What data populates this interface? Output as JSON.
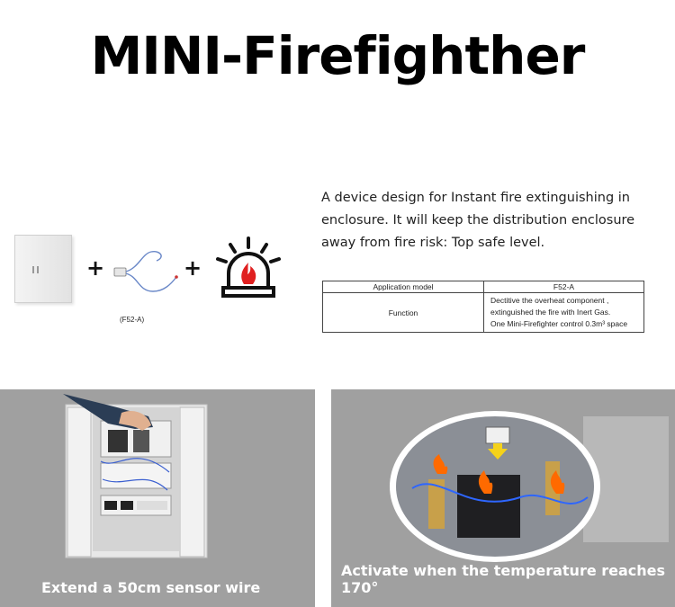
{
  "title": "MINI-Firefighther",
  "description": "A device design for Instant fire extinguishing in enclosure. It will keep the distribution enclosure away from fire risk: Top safe level.",
  "spec_table": {
    "rows": [
      {
        "label": "Application model",
        "value_lines": [
          "F52-A"
        ]
      },
      {
        "label": "Function",
        "value_lines": [
          "Dectitive the overheat component ,",
          "extinguished the fire with Inert Gas.",
          "One Mini-Firefighter control 0.3m³ space"
        ]
      }
    ]
  },
  "products": {
    "plus_1": "+",
    "plus_2": "+",
    "caption": "(F52-A)"
  },
  "panels": {
    "left_caption": "Extend a 50cm sensor wire",
    "right_caption": "Activate when the temperature reaches 170°"
  },
  "colors": {
    "panel_bg": "#a0a0a0",
    "flame": "#e02020",
    "alarm_outline": "#111111"
  }
}
